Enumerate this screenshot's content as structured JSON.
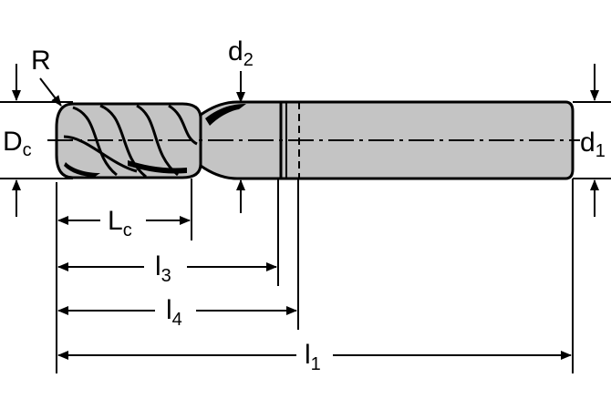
{
  "labels": {
    "radius": {
      "main": "R"
    },
    "cutting_diameter": {
      "main": "D",
      "sub": "c"
    },
    "neck_diameter": {
      "main": "d",
      "sub": "2"
    },
    "shank_diameter": {
      "main": "d",
      "sub": "1"
    },
    "cutting_length": {
      "main": "L",
      "sub": "c"
    },
    "reach_length": {
      "main": "l",
      "sub": "3"
    },
    "neck_length": {
      "main": "l",
      "sub": "4"
    },
    "overall_length": {
      "main": "l",
      "sub": "1"
    }
  },
  "colors": {
    "tool_fill": "#c4c4c4",
    "line": "#000000",
    "background": "#ffffff"
  }
}
